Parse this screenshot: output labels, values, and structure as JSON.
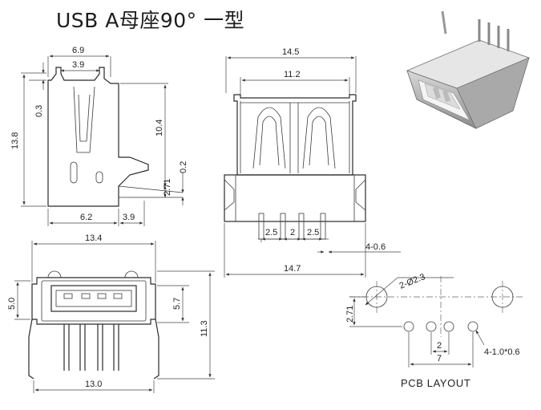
{
  "title": "USB A母座90°  一型",
  "side_view": {
    "dims": {
      "overall_width": "6.9",
      "slot_width": "3.9",
      "top_gap": "0.3",
      "overall_height": "13.8",
      "inner_height": "10.4",
      "offset": "0.2",
      "pin_height": "2.71",
      "base_width": "6.2",
      "pin_width": "3.9"
    }
  },
  "front_view": {
    "dims": {
      "top_width": "14.5",
      "inner_width": "11.2",
      "pitch_left": "2.5",
      "pitch_mid": "2",
      "pitch_right": "2.5",
      "pin_size": "4-0.6",
      "bottom_width": "14.7"
    }
  },
  "bottom_view": {
    "dims": {
      "top_width": "13.4",
      "left_height": "5.0",
      "right_height": "5.7",
      "overall_height": "11.3",
      "bottom_width": "13.0"
    }
  },
  "pcb_layout": {
    "label": "PCB LAYOUT",
    "dims": {
      "mount_holes": "2-Ø2.3",
      "row_offset": "2.71",
      "pad_pitch": "2",
      "pad_span": "7",
      "pads": "4-1.0*0.6"
    }
  },
  "photo": {
    "subject": "usb-a-right-angle-female-connector-photo"
  }
}
